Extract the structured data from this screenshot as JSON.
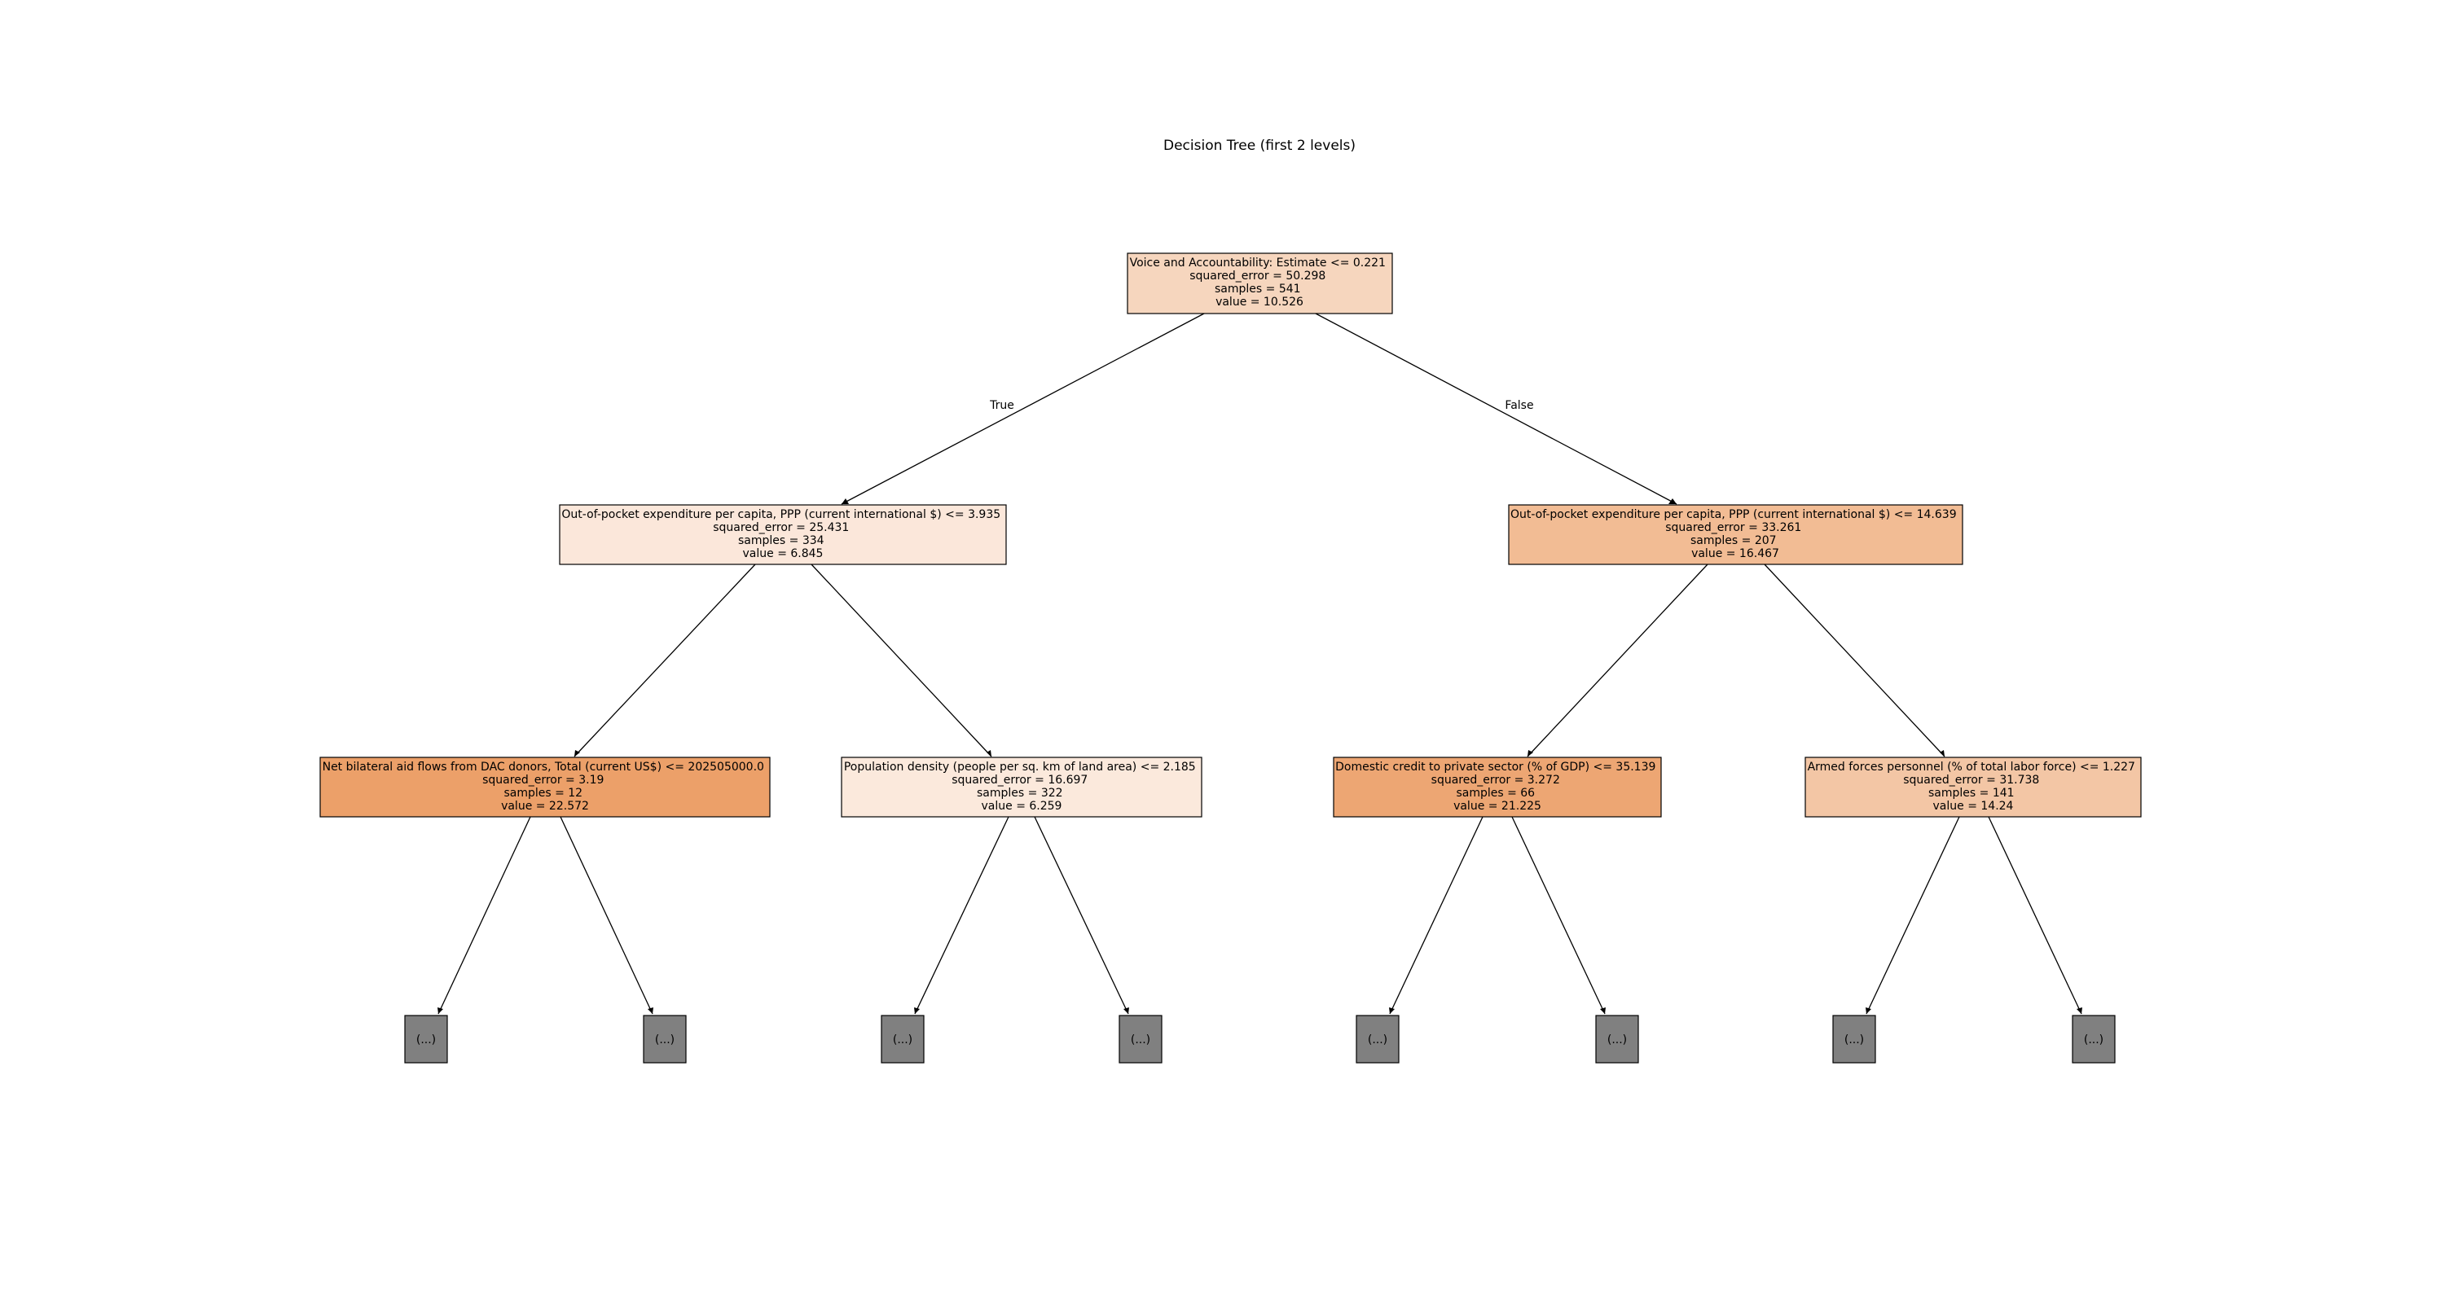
{
  "title": "Decision Tree (first 2 levels)",
  "edge_labels": {
    "true_label": "True",
    "false_label": "False"
  },
  "nodes": [
    {
      "id": "root",
      "lines": [
        "Voice and Accountability: Estimate <= 0.221",
        "squared_error = 50.298",
        "samples = 541",
        "value = 10.526"
      ],
      "fill": "#f6d6be"
    },
    {
      "id": "n1",
      "lines": [
        "Out-of-pocket expenditure per capita, PPP (current international $) <= 3.935",
        "squared_error = 25.431",
        "samples = 334",
        "value = 6.845"
      ],
      "fill": "#fbe7da"
    },
    {
      "id": "n2",
      "lines": [
        "Out-of-pocket expenditure per capita, PPP (current international $) <= 14.639",
        "squared_error = 33.261",
        "samples = 207",
        "value = 16.467"
      ],
      "fill": "#f2bc94"
    },
    {
      "id": "n3",
      "lines": [
        "Net bilateral aid flows from DAC donors, Total (current US$) <= 202505000.0",
        "squared_error = 3.19",
        "samples = 12",
        "value = 22.572"
      ],
      "fill": "#eca069"
    },
    {
      "id": "n4",
      "lines": [
        "Population density (people per sq. km of land area) <= 2.185",
        "squared_error = 16.697",
        "samples = 322",
        "value = 6.259"
      ],
      "fill": "#fbe9dc"
    },
    {
      "id": "n5",
      "lines": [
        "Domestic credit to private sector (% of GDP) <= 35.139",
        "squared_error = 3.272",
        "samples = 66",
        "value = 21.225"
      ],
      "fill": "#eda673"
    },
    {
      "id": "n6",
      "lines": [
        "Armed forces personnel (% of total labor force) <= 1.227",
        "squared_error = 31.738",
        "samples = 141",
        "value = 14.24"
      ],
      "fill": "#f3c6a5"
    }
  ],
  "leaf_label": "(...)",
  "leaf_fill": "#808080"
}
